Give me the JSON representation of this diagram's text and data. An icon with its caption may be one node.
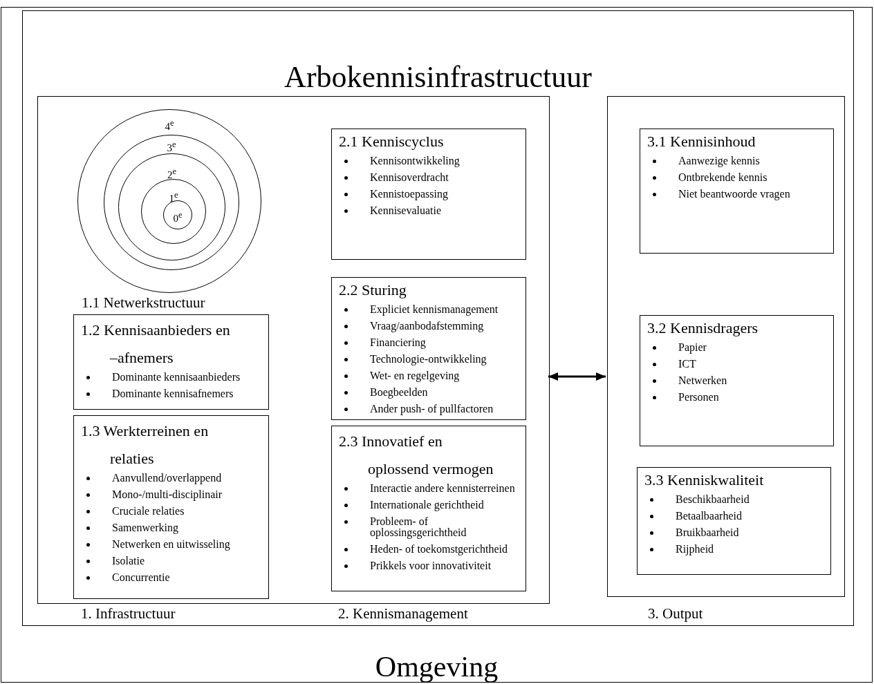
{
  "diagram": {
    "nodes": [
      {
        "text": [
          "Omgeving"
        ]
      },
      {
        "text": [
          "Arbokennisinfrastructuur"
        ],
        "in": 0
      },
      {
        "text": [],
        "shape": "box",
        "in": 1,
        "beside": [
          "1. Infrastructuur",
          "2. Kennismanagement"
        ]
      },
      {
        "text": [
          "4$^{e}$"
        ],
        "in": 2,
        "beside": [
          "1.1 Netwerkstructuur"
        ]
      },
      {
        "text": [
          "3$^{e}$"
        ],
        "in": 3
      },
      {
        "text": [
          "2$^{e}$"
        ],
        "in": 4
      },
      {
        "text": [
          "1$^{e}$"
        ],
        "in": 5
      },
      {
        "text": [
          "0$^{e}$"
        ],
        "in": 6
      },
      {
        "text": [
          "1.2 Kennisaanbieders en –afnemers",
          "Dominante kennisaanbieders",
          "Dominante kennisafnemers"
        ],
        "in": 2
      },
      {
        "text": [
          "1.3 Werkterreinen en relaties",
          "Aanvullend/overlappend",
          "Mono-/multi-disciplinair",
          "Cruciale relaties",
          "Samenwerking",
          "Netwerken en uitwisseling",
          "Isolatie",
          "Concurrentie"
        ],
        "in": 2
      },
      {
        "text": [
          "2.1 Kenniscyclus",
          "Kennisontwikkeling",
          "Kennisoverdracht",
          "Kennistoepassing",
          "Kennisevaluatie"
        ],
        "in": 2
      },
      {
        "text": [
          "2.2 Sturing",
          "Expliciet kennismanagement",
          "Vraag/aanbodafstemming",
          "Financiering",
          "Technologie-ontwikkeling",
          "Wet- en regelgeving",
          "Boegbeelden",
          "Ander push- of pullfactoren"
        ],
        "in": 2
      },
      {
        "text": [
          "2.3 Innovatief en oplossend vermogen",
          "Interactie andere kennisterreinen",
          "Internationale gerichtheid",
          "Probleem- of oplossingsgerichtheid",
          "Heden- of toekomstgerichtheid",
          "Prikkels voor innovativiteit"
        ],
        "in": 2
      },
      {
        "text": [],
        "shape": "box",
        "in": 1,
        "beside": [
          "3. Output"
        ]
      },
      {
        "text": [
          "3.1 Kennisinhoud",
          "Aanwezige kennis",
          "Ontbrekende kennis",
          "Niet beantwoorde vragen"
        ],
        "in": 13
      },
      {
        "text": [
          "3.2 Kennisdragers",
          "Papier",
          "ICT",
          "Netwerken",
          "Personen"
        ],
        "in": 13
      },
      {
        "text": [
          "3.3 Kenniskwaliteit",
          "Beschikbaarheid",
          "Betaalbaarheid",
          "Bruikbaarheid",
          "Rijpheid"
        ],
        "in": 13
      }
    ],
    "edges": [
      {
        "from": 2,
        "to": 13,
        "arrow": "both"
      }
    ]
  }
}
